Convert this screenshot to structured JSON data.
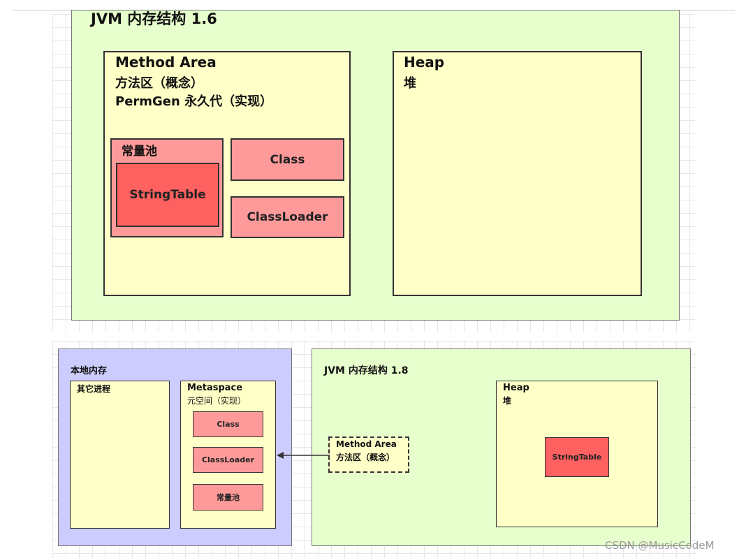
{
  "jvm16": {
    "title": "JVM 内存结构 1.6",
    "method_area": {
      "title": "Method Area",
      "subtitle": "方法区（概念）",
      "impl": "PermGen 永久代（实现）",
      "constant_pool": {
        "label": "常量池",
        "string_table": "StringTable"
      },
      "class_label": "Class",
      "classloader_label": "ClassLoader"
    },
    "heap": {
      "title": "Heap",
      "subtitle": "堆"
    }
  },
  "native": {
    "title": "本地内存",
    "other_process": "其它进程",
    "metaspace": {
      "title": "Metaspace",
      "subtitle": "元空间（实现）",
      "class_label": "Class",
      "classloader_label": "ClassLoader",
      "constant_pool_label": "常量池"
    }
  },
  "jvm18": {
    "title": "JVM 内存结构 1.8",
    "method_area": {
      "title": "Method Area",
      "subtitle": "方法区（概念）"
    },
    "heap": {
      "title": "Heap",
      "subtitle": "堆",
      "string_table": "StringTable"
    }
  },
  "watermark": {
    "text": "CSDN @MusicCodeM"
  },
  "colors": {
    "green": "#e6ffcc",
    "yellow": "#ffffc8",
    "pink": "#ff9a9a",
    "red": "#ff6060",
    "purple": "#ccccff"
  }
}
